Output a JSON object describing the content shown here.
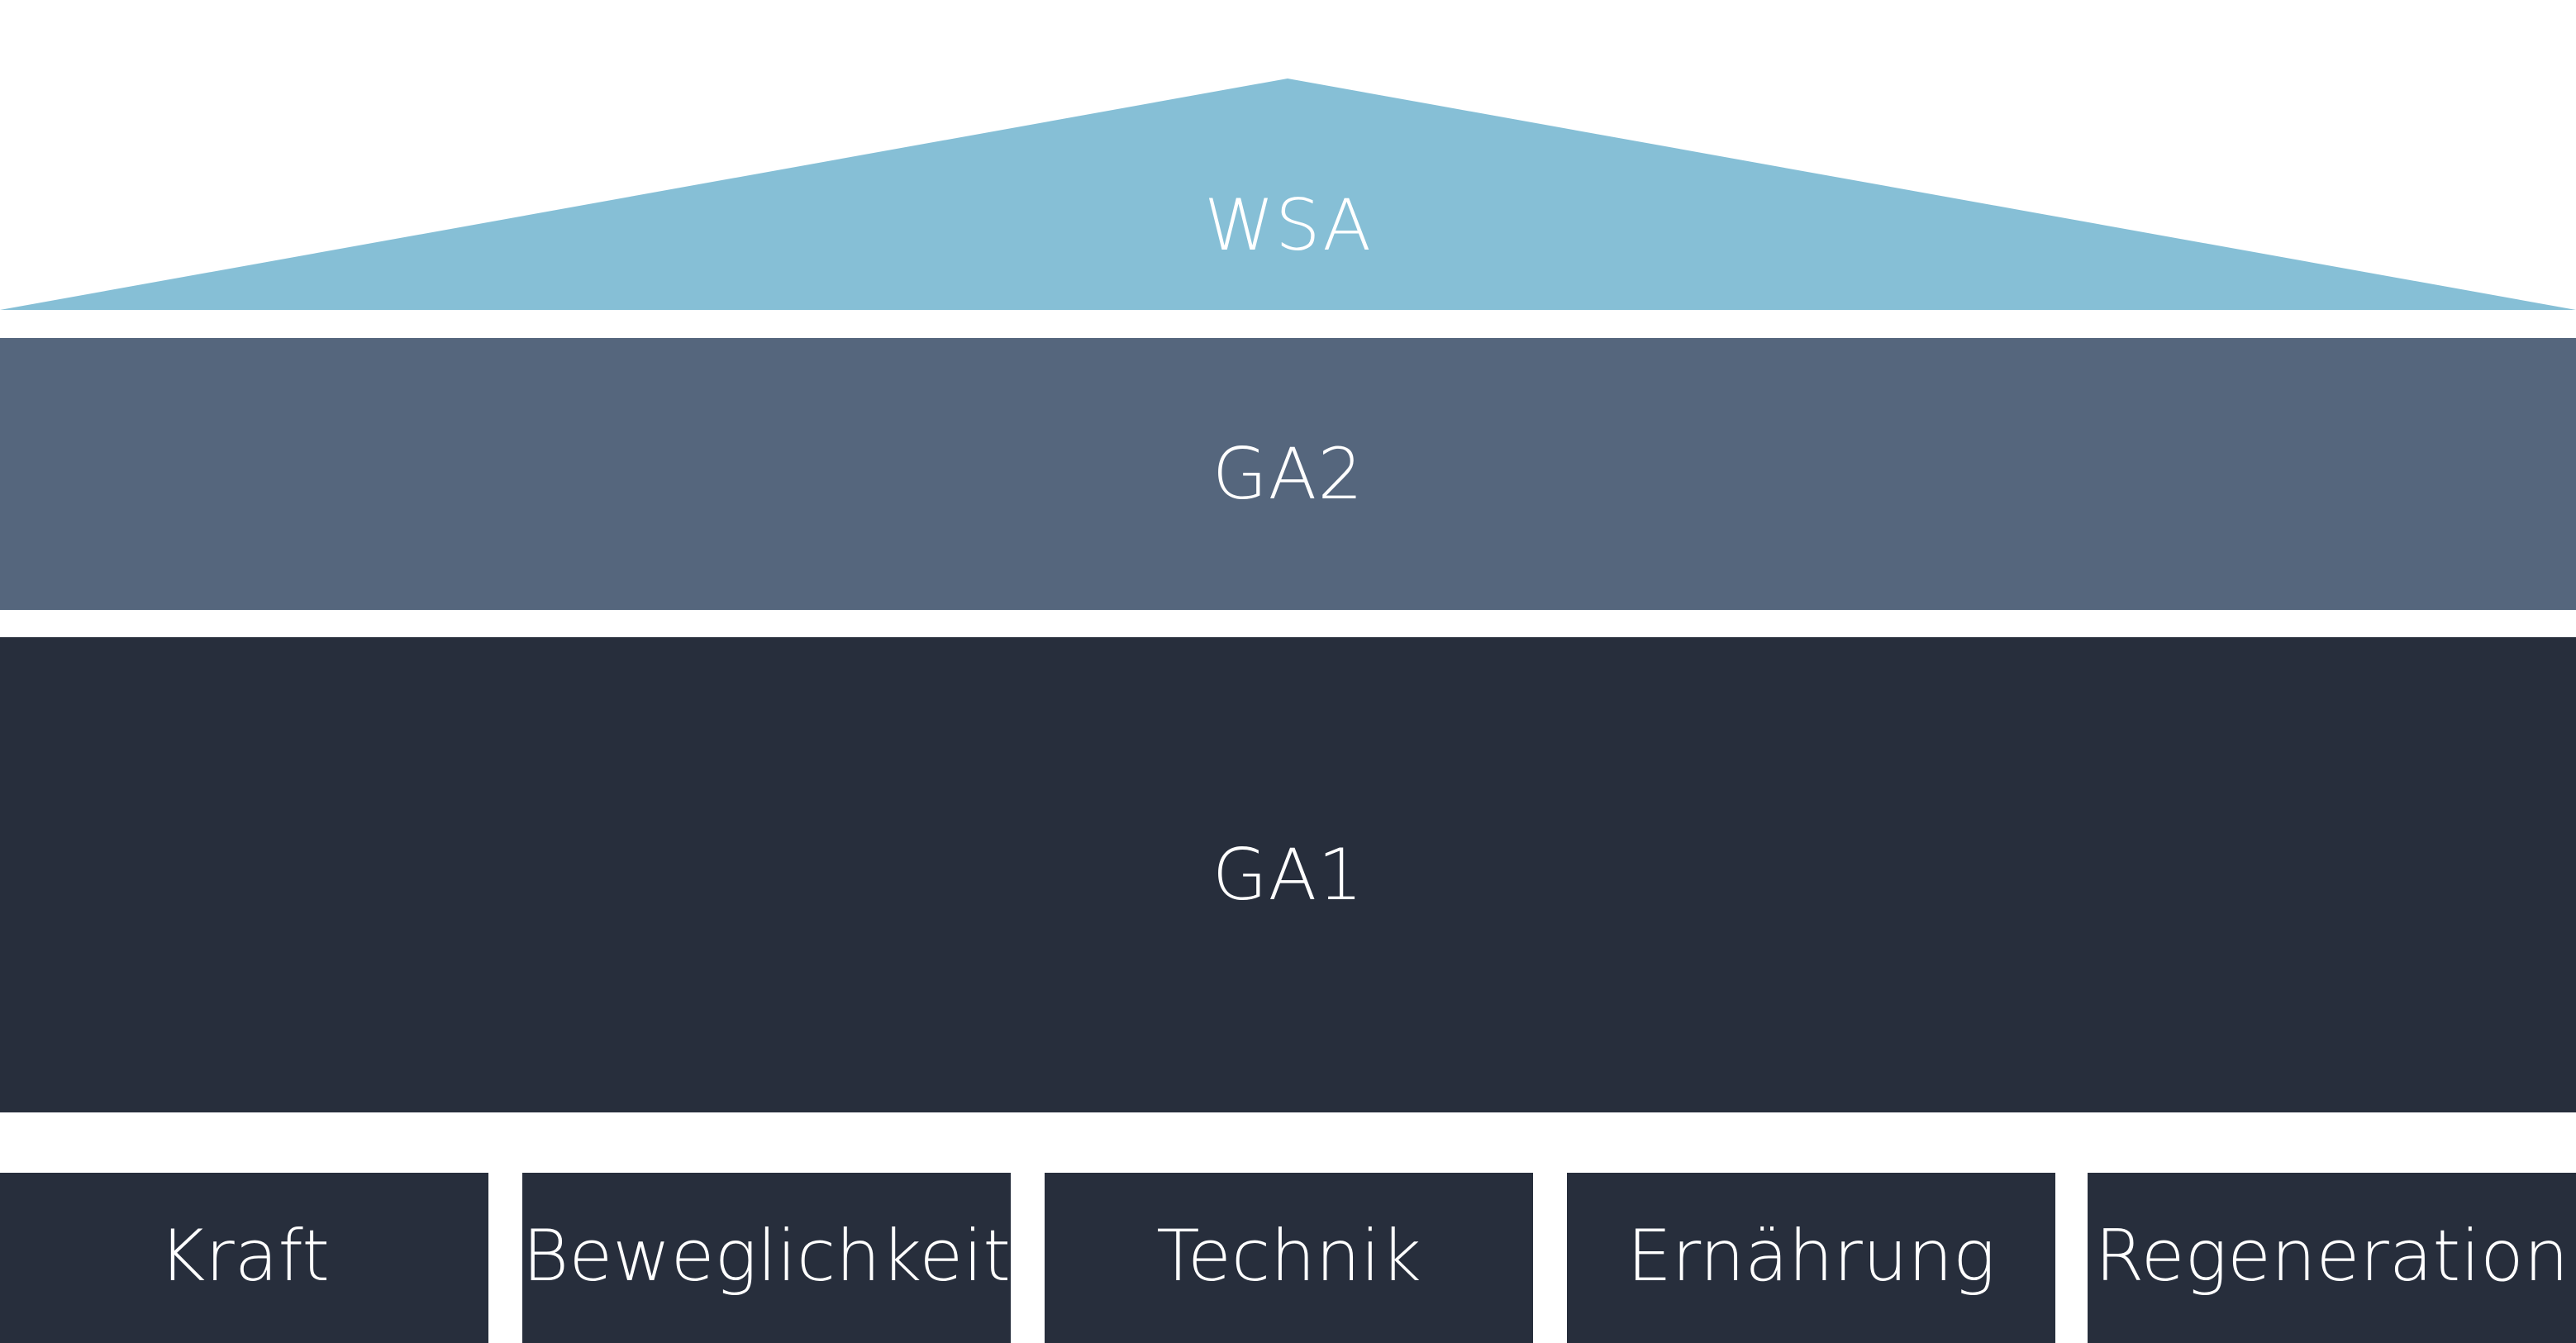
{
  "roof": {
    "label": "WSA",
    "color": "#86bfd6"
  },
  "levels": {
    "ga2": {
      "label": "GA2",
      "color": "#55667d"
    },
    "ga1": {
      "label": "GA1",
      "color": "#272e3c"
    }
  },
  "pillars": {
    "color": "#272e3c",
    "items": [
      {
        "label": "Kraft"
      },
      {
        "label": "Beweglichkeit"
      },
      {
        "label": "Technik"
      },
      {
        "label": "Ernährung"
      },
      {
        "label": "Regeneration"
      }
    ]
  }
}
